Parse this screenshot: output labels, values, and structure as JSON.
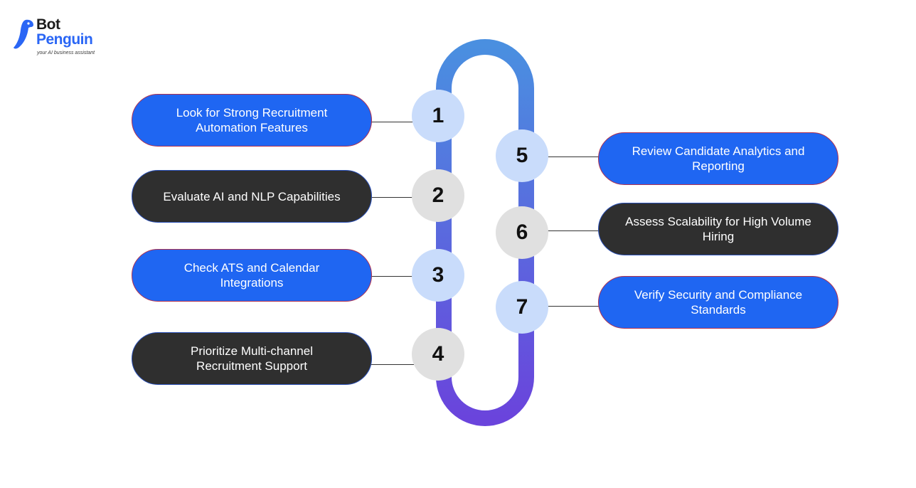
{
  "brand": {
    "name_line1": "Bot",
    "name_line2": "Penguin",
    "tagline": "your AI business assistant",
    "primary_color": "#2a66f5"
  },
  "colors": {
    "blue_pill": "#1f66f2",
    "dark_pill": "#2f2f2f",
    "light_circle": "#c9dcfb",
    "gray_circle": "#e0e0e0",
    "track_top": "#4a8fe0",
    "track_bottom": "#6a44dc"
  },
  "steps": [
    {
      "number": "1",
      "text": "Look for Strong Recruitment Automation Features",
      "style": "blue"
    },
    {
      "number": "2",
      "text": "Evaluate AI and NLP Capabilities",
      "style": "dark"
    },
    {
      "number": "3",
      "text": "Check ATS and Calendar Integrations",
      "style": "blue"
    },
    {
      "number": "4",
      "text": "Prioritize Multi-channel Recruitment Support",
      "style": "dark"
    },
    {
      "number": "5",
      "text": "Review Candidate Analytics and Reporting",
      "style": "blue"
    },
    {
      "number": "6",
      "text": "Assess Scalability for High Volume Hiring",
      "style": "dark"
    },
    {
      "number": "7",
      "text": "Verify Security and Compliance Standards",
      "style": "blue"
    }
  ]
}
